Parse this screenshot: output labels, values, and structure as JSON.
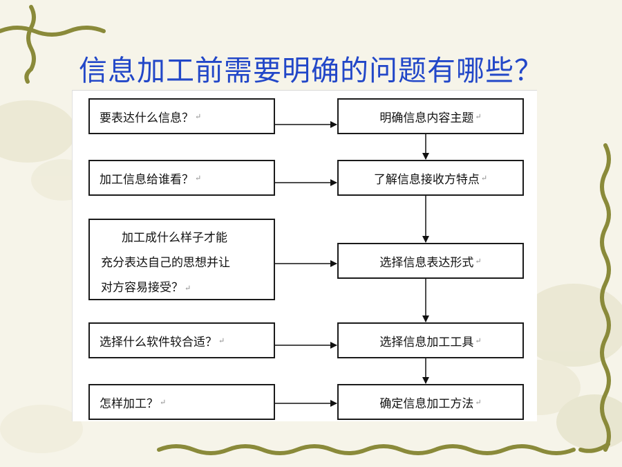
{
  "slide": {
    "title": "信息加工前需要明确的问题有哪些？"
  },
  "questions": [
    {
      "text": "要表达什么信息？"
    },
    {
      "text": "加工信息给谁看？"
    },
    {
      "lines": [
        "加工成什么样子才能",
        "充分表达自己的思想并让",
        "对方容易接受？"
      ]
    },
    {
      "text": "选择什么软件较合适？"
    },
    {
      "text": "怎样加工？"
    }
  ],
  "steps": [
    {
      "text": "明确信息内容主题"
    },
    {
      "text": "了解信息接收方特点"
    },
    {
      "text": "选择信息表达形式"
    },
    {
      "text": "选择信息加工工具"
    },
    {
      "text": "确定信息加工方法"
    }
  ],
  "return_mark": "↵",
  "colors": {
    "title": "#2247c8",
    "vine": "#8a8a3a",
    "box_border": "#1a1a1a"
  }
}
